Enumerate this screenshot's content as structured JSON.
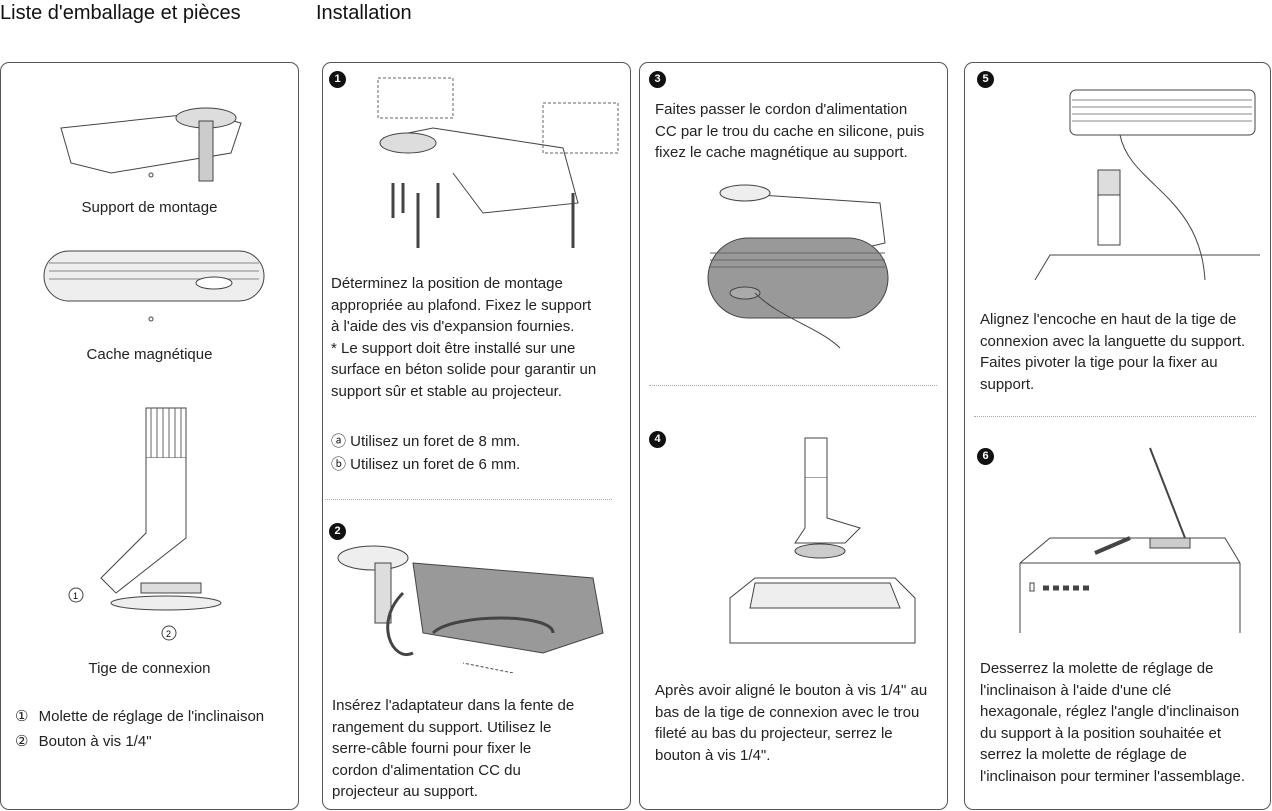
{
  "headings": {
    "packing": "Liste d'emballage et pièces",
    "install": "Installation"
  },
  "parts": {
    "mount": "Support de montage",
    "cover": "Cache magnétique",
    "rod": "Tige de connexion",
    "legend": [
      {
        "num": "①",
        "label": "Molette de réglage de l'inclinaison"
      },
      {
        "num": "②",
        "label": "Bouton à vis 1/4\""
      }
    ]
  },
  "steps": [
    {
      "num": "1",
      "lines": [
        "Déterminez la position de montage",
        "appropriée au plafond. Fixez le support",
        "à l'aide des vis d'expansion fournies.",
        "* Le support doit être installé sur une",
        "surface en béton solide pour garantir un",
        "support sûr et stable au projecteur."
      ],
      "notes": [
        "ⓐ Utilisez un foret de 8 mm.",
        "ⓑ Utilisez un foret de 6 mm."
      ]
    },
    {
      "num": "2",
      "lines": [
        "Insérez l'adaptateur dans la fente de",
        "rangement du support. Utilisez le",
        "serre-câble fourni pour fixer le",
        "cordon d'alimentation CC du",
        "projecteur au support."
      ]
    },
    {
      "num": "3",
      "lines": [
        "Faites passer le cordon d'alimentation",
        "CC par le trou du cache en silicone, puis",
        "fixez le cache magnétique au support."
      ]
    },
    {
      "num": "4",
      "lines": [
        "Après avoir aligné le bouton à vis 1/4\" au",
        "bas de la tige de connexion avec le trou",
        "fileté au bas du projecteur, serrez le",
        "bouton à vis 1/4\"."
      ]
    },
    {
      "num": "5",
      "lines": [
        "Alignez l'encoche en haut de la tige de",
        "connexion avec la languette du support.",
        "Faites pivoter la tige pour la fixer au",
        "support."
      ]
    },
    {
      "num": "6",
      "lines": [
        "Desserrez la molette de réglage de",
        "l'inclinaison à l'aide d'une clé",
        "hexagonale, réglez l'angle d'inclinaison",
        "du support à la position souhaitée et",
        "serrez la molette de réglage de",
        "l'inclinaison pour terminer l'assemblage."
      ]
    }
  ]
}
